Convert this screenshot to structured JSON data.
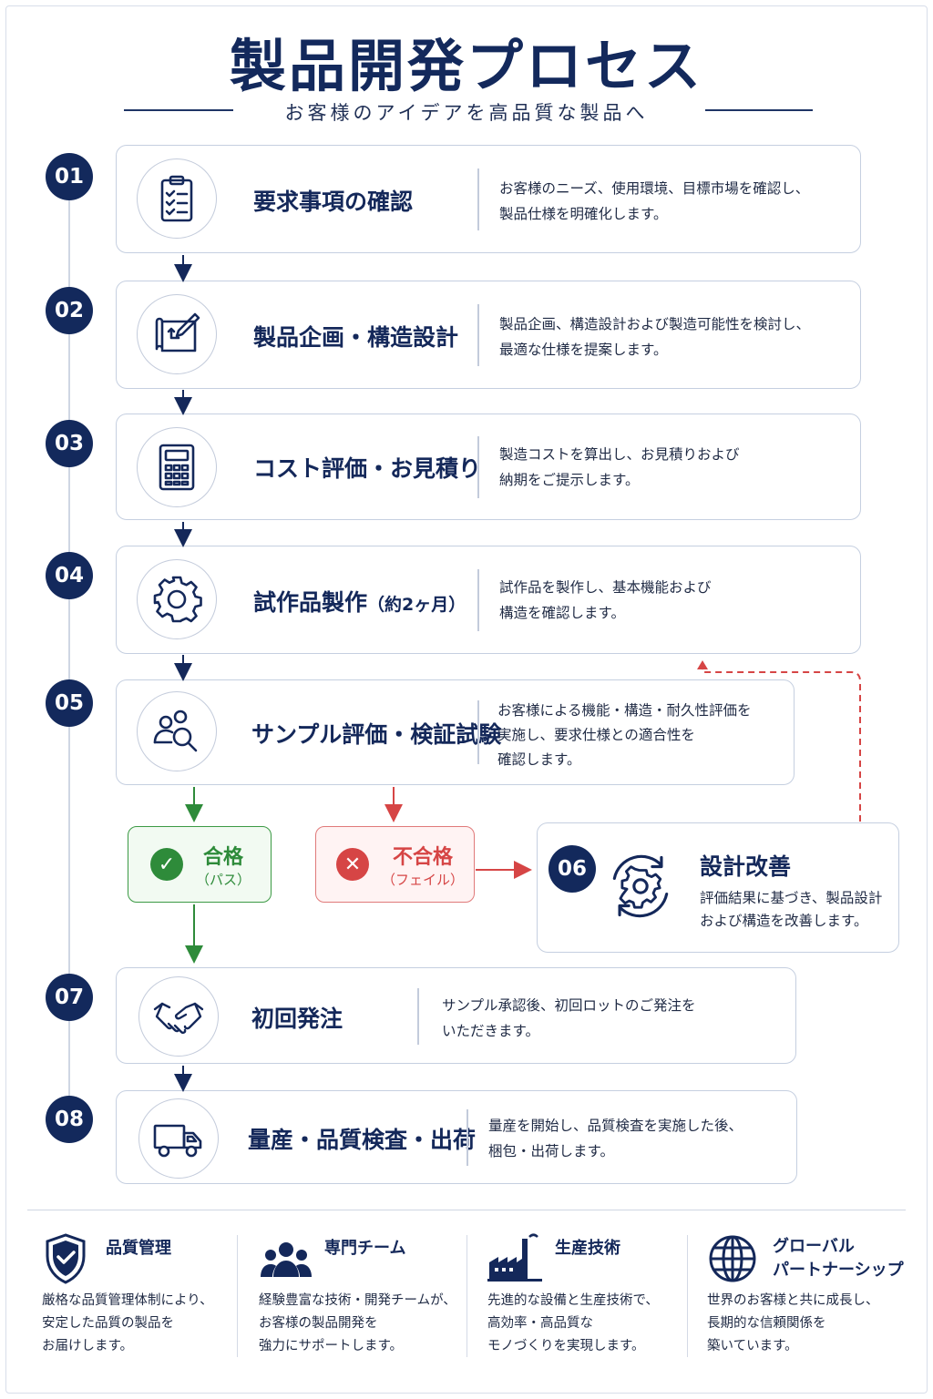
{
  "header": {
    "title": "製品開発プロセス",
    "subtitle": "お客様のアイデアを高品質な製品へ"
  },
  "steps": [
    {
      "num": "01",
      "title": "要求事項の確認",
      "icon": "clipboard-checklist-icon",
      "desc": [
        "お客様のニーズ、使用環境、目標市場を確認し、",
        "製品仕様を明確化します。"
      ]
    },
    {
      "num": "02",
      "title": "製品企画・構造設計",
      "icon": "blueprint-pencil-icon",
      "desc": [
        "製品企画、構造設計および製造可能性を検討し、",
        "最適な仕様を提案します。"
      ]
    },
    {
      "num": "03",
      "title": "コスト評価・お見積り",
      "icon": "calculator-icon",
      "desc": [
        "製造コストを算出し、お見積りおよび",
        "納期をご提示します。"
      ]
    },
    {
      "num": "04",
      "title": "試作品製作",
      "title_note": "（約2ヶ月）",
      "icon": "gear-icon",
      "desc": [
        "試作品を製作し、基本機能および",
        "構造を確認します。"
      ]
    },
    {
      "num": "05",
      "title": "サンプル評価・検証試験",
      "icon": "people-search-icon",
      "desc": [
        "お客様による機能・構造・耐久性評価を",
        "実施し、要求仕様との適合性を",
        "確認します。"
      ]
    },
    {
      "num": "06",
      "title": "設計改善",
      "icon": "gear-cycle-icon",
      "desc": [
        "評価結果に基づき、製品設計",
        "および構造を改善します。"
      ]
    },
    {
      "num": "07",
      "title": "初回発注",
      "icon": "handshake-icon",
      "desc": [
        "サンプル承認後、初回ロットのご発注を",
        "いただきます。"
      ]
    },
    {
      "num": "08",
      "title": "量産・品質検査・出荷",
      "icon": "truck-icon",
      "desc": [
        "量産を開始し、品質検査を実施した後、",
        "梱包・出荷します。"
      ]
    }
  ],
  "results": {
    "pass": {
      "label": "合格",
      "sub": "（パス）",
      "icon": "check-circle-icon"
    },
    "fail": {
      "label": "不合格",
      "sub": "（フェイル）",
      "icon": "x-circle-icon"
    }
  },
  "features": [
    {
      "title": "品質管理",
      "icon": "shield-check-icon",
      "desc": [
        "厳格な品質管理体制により、",
        "安定した品質の製品を",
        "お届けします。"
      ]
    },
    {
      "title": "専門チーム",
      "icon": "team-icon",
      "desc": [
        "経験豊富な技術・開発チームが、",
        "お客様の製品開発を",
        "強力にサポートします。"
      ]
    },
    {
      "title": "生産技術",
      "icon": "factory-icon",
      "desc": [
        "先進的な設備と生産技術で、",
        "高効率・高品質な",
        "モノづくりを実現します。"
      ]
    },
    {
      "title": "グローバル",
      "title2": "パートナーシップ",
      "icon": "globe-icon",
      "desc": [
        "世界のお客様と共に成長し、",
        "長期的な信頼関係を",
        "築いています。"
      ]
    }
  ],
  "colors": {
    "navy": "#13295c",
    "pass": "#2e8b3a",
    "fail": "#d64545"
  }
}
